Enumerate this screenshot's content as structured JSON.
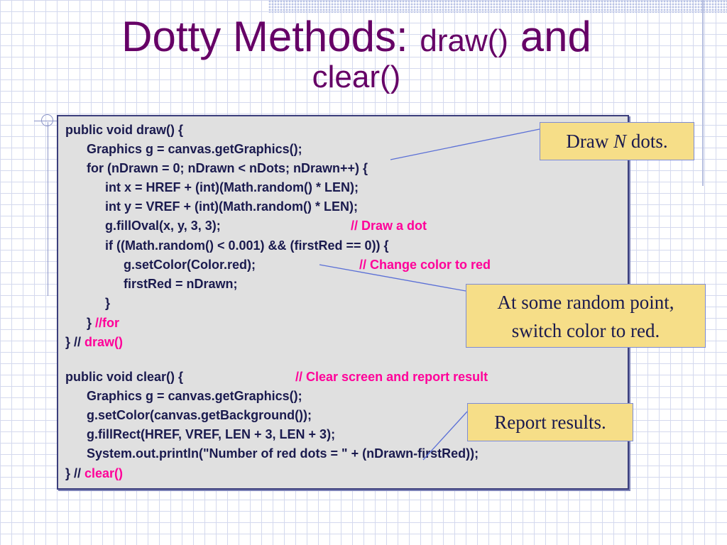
{
  "title": {
    "part1": "Dotty Methods: ",
    "part2": "draw()",
    "part3": " and",
    "line2": "clear()"
  },
  "code": {
    "line1": "public void draw() {",
    "line2": "Graphics g = canvas.getGraphics();",
    "line3": "for (nDrawn = 0; nDrawn < nDots; nDrawn++) {",
    "line4": "int x = HREF + (int)(Math.random() * LEN);",
    "line5": "int y = VREF + (int)(Math.random() * LEN);",
    "line6": "g.fillOval(x, y, 3, 3);",
    "line6_comment": "// Draw a dot",
    "line7": "if ((Math.random() < 0.001) && (firstRed == 0)) {",
    "line8": "g.setColor(Color.red);",
    "line8_comment": "// Change color to red",
    "line9": "firstRed = nDrawn;",
    "line10": "}",
    "line11_code": "} ",
    "line11_comment": "//for",
    "line12_code": "} // ",
    "line12_comment": "draw()",
    "line13": "public void clear() {",
    "line13_comment": "// Clear screen and report result",
    "line14": "Graphics g = canvas.getGraphics();",
    "line15": "g.setColor(canvas.getBackground());",
    "line16": "g.fillRect(HREF, VREF, LEN + 3, LEN + 3);",
    "line17": "System.out.println(\"Number of red dots = \" + (nDrawn-firstRed));",
    "line18_code": "} // ",
    "line18_comment": "clear()"
  },
  "callouts": {
    "draw_pre": "Draw ",
    "draw_n": "N",
    "draw_post": " dots.",
    "random_line1": "At some random point,",
    "random_line2": "switch color to red.",
    "report": "Report results."
  },
  "colors": {
    "title": "#660066",
    "code": "#1a1a4e",
    "comment": "#ff0099",
    "callout_bg": "#f6de88",
    "box_bg": "#e0e0e0"
  }
}
